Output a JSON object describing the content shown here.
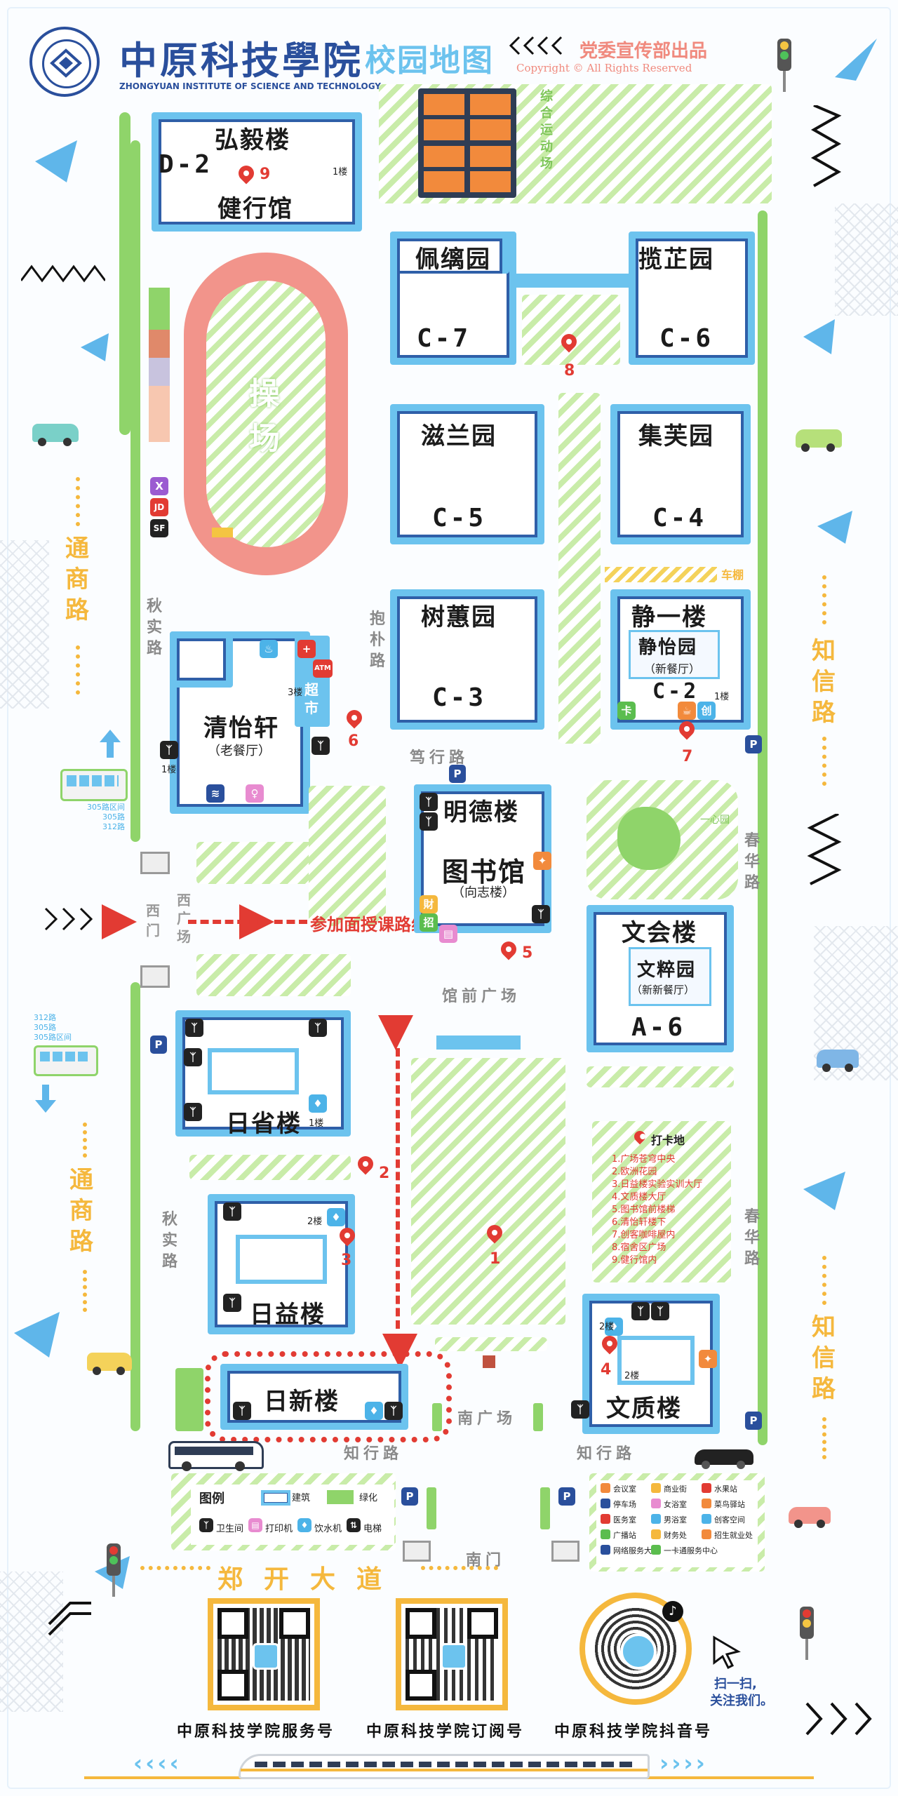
{
  "header": {
    "school_name": "中原科技學院",
    "map_title": "校园地图",
    "english_name": "ZHONGYUAN INSTITUTE OF SCIENCE AND TECHNOLOGY",
    "publisher": "党委宣传部出品",
    "copyright": "Copyright © All Rights Reserved"
  },
  "buildings": {
    "d2_name": "弘毅楼",
    "d2_code": "D-2",
    "gym": "健行馆",
    "c7_name": "佩缡园",
    "c7_code": "C-7",
    "c6_name": "揽芷园",
    "c6_code": "C-6",
    "c5_name": "滋兰园",
    "c5_code": "C-5",
    "c4_name": "集芙园",
    "c4_code": "C-4",
    "c3_name": "树蕙园",
    "c3_code": "C-3",
    "jingyi": "静一楼",
    "jingyi_canteen": "静怡园",
    "jingyi_canteen_sub": "（新餐厅）",
    "c2_code": "C-2",
    "qingyi": "清怡轩",
    "qingyi_sub": "（老餐厅）",
    "mingde": "明德楼",
    "library": "图书馆",
    "library_sub": "（向志楼）",
    "wenhui": "文会楼",
    "wencui": "文粹园",
    "wencui_sub": "（新新餐厅）",
    "a6_code": "A-6",
    "rixing": "日省楼",
    "riyi": "日益楼",
    "rixin": "日新楼",
    "wenzhi": "文质楼",
    "sports_field": "综合运动场",
    "playground": "操场",
    "supermarket": "超市",
    "yixin_garden": "一心园"
  },
  "roads": {
    "tongshang_top": "通商路",
    "tongshang_bottom": "通商路",
    "zhixin_top": "知信路",
    "zhixin_bottom": "知信路",
    "qiushi_top": "秋实路",
    "qiushi_bottom": "秋实路",
    "baopu": "抱朴路",
    "duxing": "笃行路",
    "zhixing_left": "知行路",
    "zhixing_right": "知行路",
    "chunhua_top": "春华路",
    "chunhua_bottom": "春华路",
    "zhengkai": "郑开大道"
  },
  "places": {
    "west_gate": "西门",
    "west_square": "西广场",
    "library_square": "馆前广场",
    "south_square": "南广场",
    "south_gate": "南门",
    "bike_shed": "车棚"
  },
  "route": {
    "label": "参加面授课路线"
  },
  "bus": {
    "top_routes": [
      "305路区间",
      "305路",
      "312路"
    ],
    "bottom_routes": [
      "312路",
      "305路",
      "305路区间"
    ]
  },
  "pins": [
    "1",
    "2",
    "3",
    "4",
    "5",
    "6",
    "7",
    "8",
    "9"
  ],
  "floors": {
    "f1": "1楼",
    "f2": "2楼",
    "f3": "3楼"
  },
  "checkin": {
    "title": "打卡地",
    "items": [
      "1.广场苍穹中央",
      "2.欧洲花园",
      "3.日益楼实验实训大厅",
      "4.文质楼大厅",
      "5.图书馆前楼梯",
      "6.清怡轩楼下",
      "7.创客咖啡屋内",
      "8.宿舍区广场",
      "9.健行馆内"
    ]
  },
  "legend": {
    "title": "图例",
    "building": "建筑",
    "greenery": "绿化",
    "toilet": "卫生间",
    "printer": "打印机",
    "water": "饮水机",
    "elevator": "电梯",
    "meeting": "会议室",
    "parking": "停车场",
    "clinic": "医务室",
    "broadcast": "广播站",
    "network": "网络服务大厅",
    "commerce": "商业街",
    "women_bath": "女浴室",
    "men_bath": "男浴室",
    "finance": "财务处",
    "card": "一卡通服务中心",
    "water_station": "水果站",
    "express": "菜鸟驿站",
    "maker": "创客空间",
    "employment": "招生就业处"
  },
  "icon_letters": {
    "parking": "P",
    "card": "卡",
    "atm": "ATM",
    "jd": "JD",
    "sf": "SF",
    "ticket": "招",
    "food": "財"
  },
  "qr": {
    "service": "中原科技学院服务号",
    "subscription": "中原科技学院订阅号",
    "douyin": "中原科技学院抖音号",
    "scan_1": "扫一扫,",
    "scan_2": "关注我们。"
  },
  "colors": {
    "building_border": "#6cc3ee",
    "building_inner": "#2f5fa8",
    "green": "#8fd46a",
    "route": "#e23b33",
    "yellow": "#f5b83d",
    "track": "#f2948b"
  }
}
